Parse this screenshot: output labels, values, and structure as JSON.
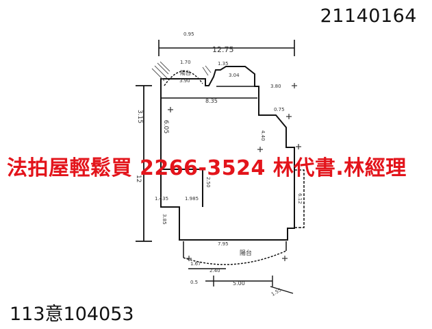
{
  "header": {
    "doc_id": "21140164"
  },
  "footer": {
    "case_no": "113意104053"
  },
  "banner": {
    "text": "法拍屋輕鬆買  2266-3524  林代書.林經理"
  },
  "plan": {
    "balcony_label": "陽台",
    "dims": {
      "total_width": "12.75",
      "top_left_note": "0.95",
      "balcony_top": "1.70",
      "balcony_width": "3.90",
      "bay_top": "1.35",
      "bay_bottom": "3.04",
      "inner_width": "8.35",
      "left_height": "6.05",
      "right_note_1": "3.80",
      "right_note_2": "0.75",
      "right_mid": "4.40",
      "step_down": "2.50",
      "right_strip": "6.12",
      "left_small_1": "1.435",
      "left_small_2": "1.985",
      "left_lower": "3.85",
      "bottom_width": "7.95",
      "bottom_left_1": "1.67",
      "bottom_left_2": "2.40",
      "bottom_span": "5.00",
      "bottom_right_corner": "1.55",
      "left_total_height": "12",
      "left_upper_height": "3.15",
      "bottom_left_corner": "0.5"
    }
  }
}
